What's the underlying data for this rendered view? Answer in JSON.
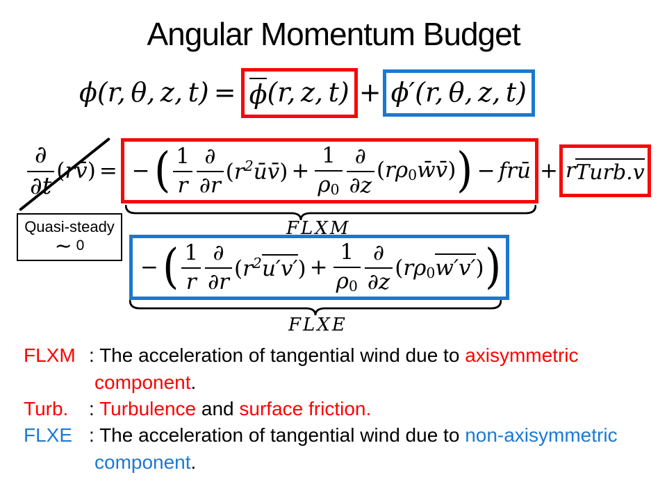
{
  "title": "Angular Momentum Budget",
  "colors": {
    "red": "#fe0000",
    "blue": "#1b79d2",
    "box_red": "#f70808",
    "box_blue": "#1a78cf",
    "black": "#000000"
  },
  "eq1": {
    "phi": "ϕ",
    "lhs_args": "(r, θ, z, t)",
    "equals": "=",
    "mean_phi": "ϕ",
    "mean_args": "(r, z, t)",
    "plus": "+",
    "prime_phi": "ϕ′",
    "prime_args": "(r, θ, z, t)"
  },
  "eq2": {
    "ddt_num": "∂",
    "ddt_den": "∂t",
    "lhs_open": "(",
    "lhs_rv": "rv̄",
    "lhs_close": ")",
    "equals": "=",
    "minus1": "−",
    "bigopen": "(",
    "f1_num": "1",
    "f1_den": "r",
    "f2_num": "∂",
    "f2_den": "∂r",
    "p1_open": "(",
    "p1_r": "r",
    "p1_sup": "2",
    "p1_uv": "ūv̄",
    "p1_close": ")",
    "plus1": "+",
    "f3_num": "1",
    "f3_rho": "ρ",
    "f3_sub": "0",
    "f4_num": "∂",
    "f4_den": "∂z",
    "p2_open": "(",
    "p2_r": "r",
    "p2_rho": "ρ",
    "p2_sub": "0",
    "p2_wv": "w̄v̄",
    "p2_close": ")",
    "bigclose": ")",
    "minus2": "−",
    "fru": "frū",
    "plus2": "+",
    "turb_r": "r",
    "turb_bar": "Turb.v"
  },
  "eq3": {
    "minus1": "−",
    "bigopen": "(",
    "f1_num": "1",
    "f1_den": "r",
    "f2_num": "∂",
    "f2_den": "∂r",
    "p1_open": "(",
    "p1_r": "r",
    "p1_sup": "2",
    "p1_uv": "u′v′",
    "p1_close": ")",
    "plus1": "+",
    "f3_num": "1",
    "f3_rho": "ρ",
    "f3_sub": "0",
    "f4_num": "∂",
    "f4_den": "∂z",
    "p2_open": "(",
    "p2_r": "r",
    "p2_rho": "ρ",
    "p2_sub": "0",
    "p2_wv": "w′v′",
    "p2_close": ")",
    "bigclose": ")"
  },
  "quasi": {
    "line1": "Quasi-steady",
    "tilde": "∼",
    "zero": " 0"
  },
  "braces": {
    "flxm": "FLXM",
    "flxe": "FLXE"
  },
  "legend": {
    "l1": {
      "label": "FLXM",
      "colon": ": ",
      "body": "The acceleration of tangential wind due to ",
      "hl": "axisymmetric"
    },
    "l2": {
      "hl": "component",
      "dot": "."
    },
    "l3": {
      "label": "Turb.",
      "colon": ": ",
      "hl1": "Turbulence",
      "mid": " and ",
      "hl2": "surface friction."
    },
    "l4": {
      "label": "FLXE",
      "colon": ": ",
      "body": "The acceleration of tangential wind due to ",
      "hl": "non-axisymmetric"
    },
    "l5": {
      "hl": "component",
      "dot": "."
    }
  }
}
